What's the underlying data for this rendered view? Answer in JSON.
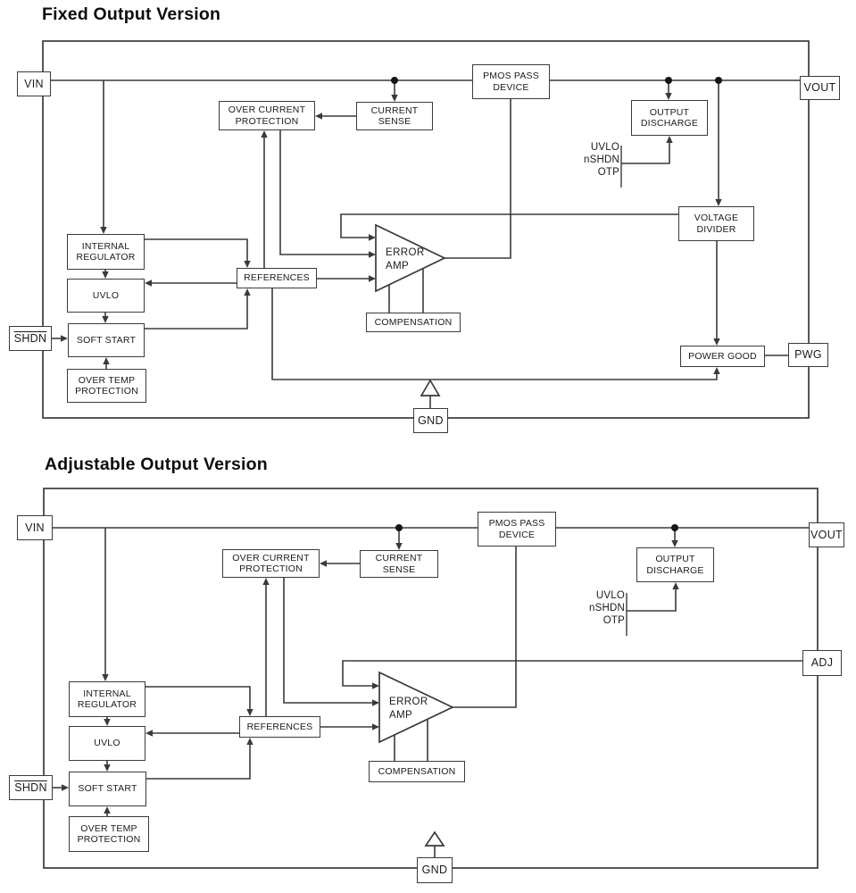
{
  "colors": {
    "wire": "#3a3a3a",
    "text": "#1b1b1b",
    "background": "#ffffff"
  },
  "diagrams": [
    {
      "title": "Fixed Output Version",
      "blocks": {
        "vin": {
          "label": [
            "VIN"
          ]
        },
        "pmos": {
          "label": [
            "PMOS PASS",
            "DEVICE"
          ]
        },
        "current_sense": {
          "label": [
            "CURRENT",
            "SENSE"
          ]
        },
        "over_current_protection": {
          "label": [
            "OVER CURRENT",
            "PROTECTION"
          ]
        },
        "output_discharge": {
          "label": [
            "OUTPUT",
            "DISCHARGE"
          ]
        },
        "vout": {
          "label": [
            "VOUT"
          ]
        },
        "voltage_divider": {
          "label": [
            "VOLTAGE",
            "DIVIDER"
          ]
        },
        "internal_regulator": {
          "label": [
            "INTERNAL",
            "REGULATOR"
          ]
        },
        "uvlo": {
          "label": [
            "UVLO"
          ]
        },
        "references": {
          "label": [
            "REFERENCES"
          ]
        },
        "soft_start": {
          "label": [
            "SOFT START"
          ]
        },
        "shdn": {
          "label": [
            "SHDN"
          ],
          "overline": true
        },
        "over_temp_protection": {
          "label": [
            "OVER TEMP",
            "PROTECTION"
          ]
        },
        "compensation": {
          "label": [
            "COMPENSATION"
          ]
        },
        "power_good": {
          "label": [
            "POWER GOOD"
          ]
        },
        "pwg": {
          "label": [
            "PWG"
          ]
        },
        "gnd": {
          "label": [
            "GND"
          ]
        },
        "error_amp": {
          "label": [
            "ERROR",
            "AMP"
          ]
        }
      },
      "signal_bundle": [
        "UVLO",
        "nSHDN",
        "OTP"
      ]
    },
    {
      "title": "Adjustable Output Version",
      "blocks": {
        "vin": {
          "label": [
            "VIN"
          ]
        },
        "pmos": {
          "label": [
            "PMOS PASS",
            "DEVICE"
          ]
        },
        "current_sense": {
          "label": [
            "CURRENT",
            "SENSE"
          ]
        },
        "over_current_protection": {
          "label": [
            "OVER CURRENT",
            "PROTECTION"
          ]
        },
        "output_discharge": {
          "label": [
            "OUTPUT",
            "DISCHARGE"
          ]
        },
        "vout": {
          "label": [
            "VOUT"
          ]
        },
        "adj": {
          "label": [
            "ADJ"
          ]
        },
        "internal_regulator": {
          "label": [
            "INTERNAL",
            "REGULATOR"
          ]
        },
        "uvlo": {
          "label": [
            "UVLO"
          ]
        },
        "references": {
          "label": [
            "REFERENCES"
          ]
        },
        "soft_start": {
          "label": [
            "SOFT START"
          ]
        },
        "shdn": {
          "label": [
            "SHDN"
          ],
          "overline": true
        },
        "over_temp_protection": {
          "label": [
            "OVER TEMP",
            "PROTECTION"
          ]
        },
        "compensation": {
          "label": [
            "COMPENSATION"
          ]
        },
        "gnd": {
          "label": [
            "GND"
          ]
        },
        "error_amp": {
          "label": [
            "ERROR",
            "AMP"
          ]
        }
      },
      "signal_bundle": [
        "UVLO",
        "nSHDN",
        "OTP"
      ]
    }
  ]
}
